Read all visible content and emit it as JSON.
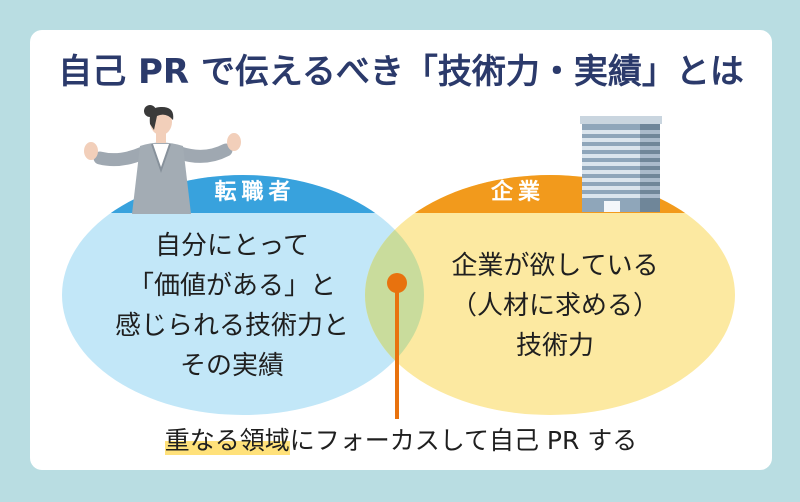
{
  "title": "自己 PR で伝えるべき「技術力・実績」とは",
  "left": {
    "label": "転職者",
    "icon": "businesswoman-icon",
    "lines": [
      "自分にとって",
      "「価値がある」と",
      "感じられる技術力と",
      "その実績"
    ]
  },
  "right": {
    "label": "企業",
    "icon": "office-building-icon",
    "lines": [
      "企業が欲している",
      "（人材に求める）",
      "技術力"
    ]
  },
  "caption": {
    "highlight": "重なる領域",
    "rest": "にフォーカスして自己 PR する"
  },
  "colors": {
    "background": "#b9dde2",
    "card": "#ffffff",
    "title": "#2b3a6b",
    "left_fill": "#c2e7f8",
    "left_cap": "#38a2dd",
    "right_fill": "#fce9a1",
    "right_cap": "#f29a1c",
    "overlap": "#c9dc9c",
    "pointer": "#e8720e",
    "highlight": "#ffe17a"
  }
}
